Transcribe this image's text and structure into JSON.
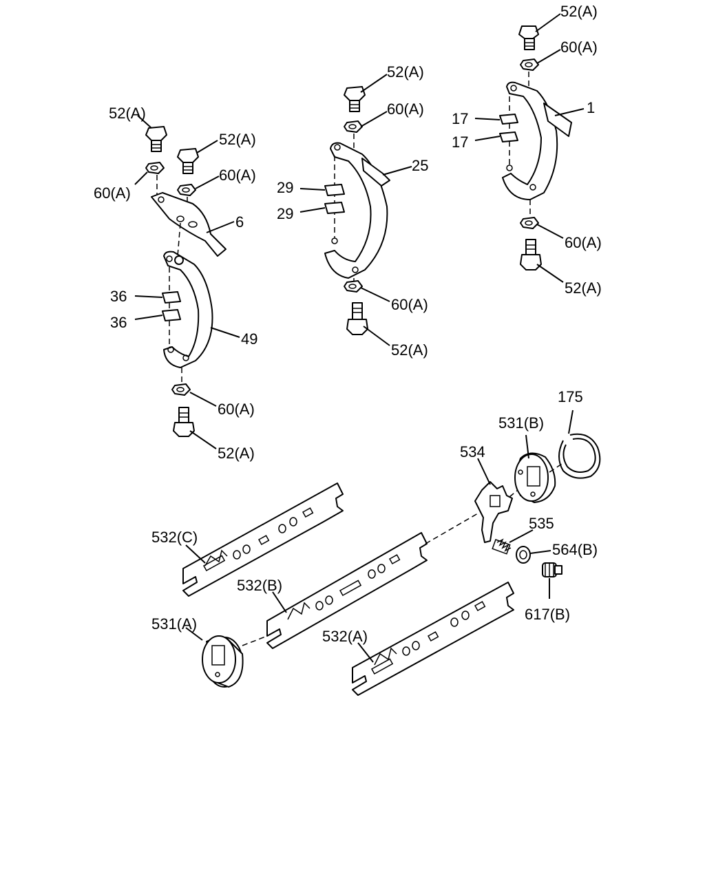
{
  "labels": {
    "top_right": {
      "bolt_top": "52(A)",
      "washer_top": "60(A)",
      "bracket": "1",
      "pad_upper": "17",
      "pad_lower": "17",
      "washer_bottom": "60(A)",
      "bolt_bottom": "52(A)"
    },
    "middle": {
      "bolt_top": "52(A)",
      "washer_top": "60(A)",
      "bracket": "25",
      "pad_upper": "29",
      "pad_lower": "29",
      "washer_bottom": "60(A)",
      "bolt_bottom": "52(A)"
    },
    "left": {
      "bolt_a": "52(A)",
      "bolt_b": "52(A)",
      "washer_a": "60(A)",
      "washer_b": "60(A)",
      "plate": "6",
      "pad_upper": "36",
      "pad_lower": "36",
      "bracket": "49",
      "washer_bottom": "60(A)",
      "bolt_bottom": "52(A)"
    },
    "rails": {
      "rail_c": "532(C)",
      "rail_b": "532(B)",
      "rail_a": "532(A)",
      "disc_a": "531(A)",
      "disc_b": "531(B)",
      "snap_ring": "175",
      "lever": "534",
      "spring": "535",
      "washer": "564(B)",
      "switch": "617(B)"
    }
  },
  "icons": [
    "bolt-icon",
    "washer-icon",
    "bracket-icon",
    "shift-rail-icon",
    "disc-icon",
    "snap-ring-icon",
    "spring-icon",
    "switch-icon"
  ]
}
